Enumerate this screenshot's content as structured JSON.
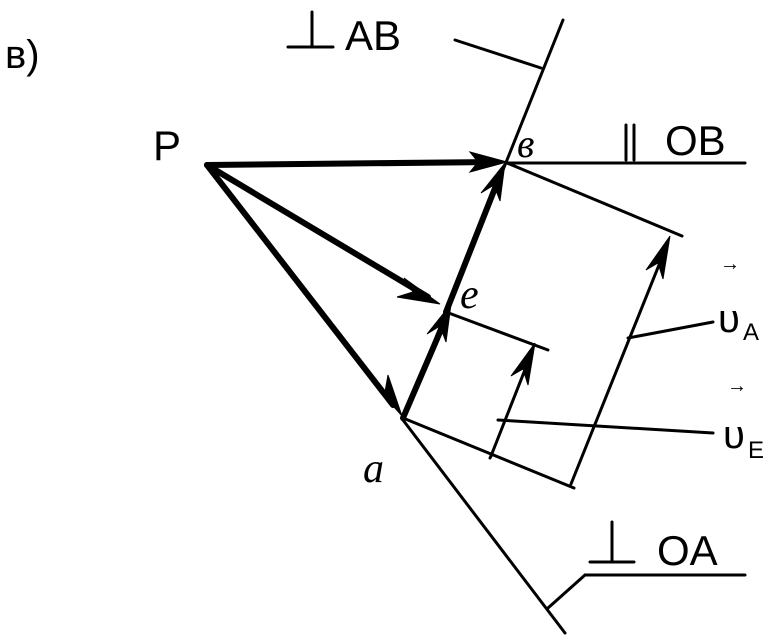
{
  "diagram": {
    "part_label": "в)",
    "pole_label": "P",
    "point_a": "a",
    "point_b": "в",
    "point_e": "e",
    "perp_ab": "AB",
    "perp_oa": "OA",
    "parallel_ob": "OB",
    "velocity_a": "υ",
    "velocity_a_sub": "A",
    "velocity_e": "υ",
    "velocity_e_sub": "E",
    "vector_arrow": "→",
    "perp_symbol": "⊥",
    "parallel_symbol": "∥"
  }
}
